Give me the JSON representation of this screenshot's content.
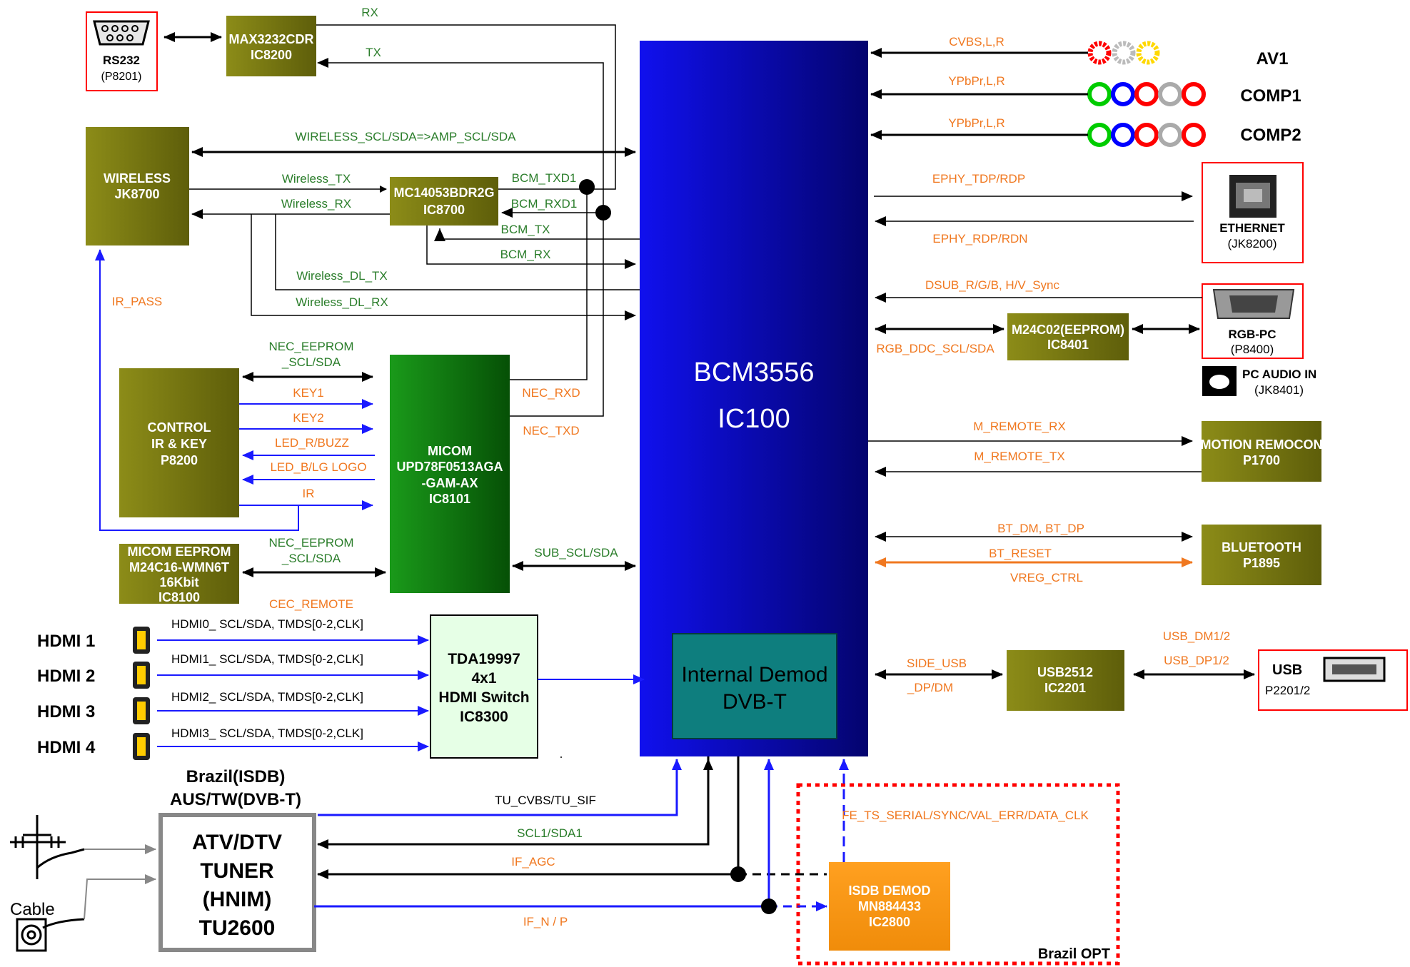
{
  "blocks": {
    "max3232": [
      "MAX3232CDR",
      "IC8200"
    ],
    "wireless": [
      "WIRELESS",
      "JK8700"
    ],
    "mc14053": [
      "MC14053BDR2G",
      "IC8700"
    ],
    "control": [
      "CONTROL",
      "IR & KEY",
      "P8200"
    ],
    "micom": [
      "MICOM",
      "UPD78F0513AGA",
      "-GAM-AX",
      "IC8101"
    ],
    "micom_eeprom": [
      "MICOM  EEPROM",
      "M24C16-WMN6T",
      "16Kbit",
      "IC8100"
    ],
    "bcm": [
      "BCM3556",
      "IC100"
    ],
    "internal_demod": [
      "Internal Demod",
      "DVB-T"
    ],
    "m24c02": [
      "M24C02(EEPROM)",
      "IC8401"
    ],
    "motion": [
      "MOTION REMOCON",
      "P1700"
    ],
    "bluetooth": [
      "BLUETOOTH",
      "P1895"
    ],
    "usb2512": [
      "USB2512",
      "IC2201"
    ],
    "hdmi_switch": [
      "TDA19997",
      "4x1",
      "HDMI Switch",
      "IC8300"
    ],
    "tuner": [
      "ATV/DTV",
      "TUNER",
      "(HNIM)",
      "TU2600"
    ],
    "isdb": [
      "ISDB DEMOD",
      "MN884433",
      "IC2800"
    ]
  },
  "connectors": {
    "rs232": [
      "RS232",
      "(P8201)"
    ],
    "ethernet": [
      "ETHERNET",
      "(JK8200)"
    ],
    "rgbpc": [
      "RGB-PC",
      "(P8400)"
    ],
    "pcaudio": [
      "PC AUDIO IN",
      "(JK8401)"
    ],
    "usb": [
      "USB",
      "P2201/2"
    ]
  },
  "side_labels": {
    "av1": "AV1",
    "comp1": "COMP1",
    "comp2": "COMP2",
    "hdmi": [
      "HDMI  1",
      "HDMI  2",
      "HDMI  3",
      "HDMI  4"
    ],
    "tuner_top": [
      "Brazil(ISDB)",
      "AUS/TW(DVB-T)"
    ],
    "cable": "Cable",
    "brazil_opt": "Brazil OPT"
  },
  "signals": {
    "rx": "RX",
    "tx": "TX",
    "wireless_scl": "WIRELESS_SCL/SDA=>AMP_SCL/SDA",
    "wireless_tx": "Wireless_TX",
    "wireless_rx": "Wireless_RX",
    "bcm_txd1": "BCM_TXD1",
    "bcm_rxd1": "BCM_RXD1",
    "bcm_tx": "BCM_TX",
    "bcm_rx": "BCM_RX",
    "wireless_dl_tx": "Wireless_DL_TX",
    "wireless_dl_rx": "Wireless_DL_RX",
    "ir_pass": "IR_PASS",
    "nec_eeprom1": [
      "NEC_EEPROM",
      "_SCL/SDA"
    ],
    "key1": "KEY1",
    "key2": "KEY2",
    "led_r": "LED_R/BUZZ",
    "led_b": "LED_B/LG LOGO",
    "ir": "IR",
    "nec_rxd": "NEC_RXD",
    "nec_txd": "NEC_TXD",
    "nec_eeprom2": [
      "NEC_EEPROM",
      "_SCL/SDA"
    ],
    "sub_scl": "SUB_SCL/SDA",
    "cec": "CEC_REMOTE",
    "hdmi_sigs": [
      "HDMI0_ SCL/SDA, TMDS[0-2,CLK]",
      "HDMI1_ SCL/SDA, TMDS[0-2,CLK]",
      "HDMI2_ SCL/SDA, TMDS[0-2,CLK]",
      "HDMI3_ SCL/SDA, TMDS[0-2,CLK]"
    ],
    "tu_cvbs": "TU_CVBS/TU_SIF",
    "scl1": "SCL1/SDA1",
    "if_agc": "IF_AGC",
    "if_np": "IF_N / P",
    "fe_ts": "FE_TS_SERIAL/SYNC/VAL_ERR/DATA_CLK",
    "cvbs": "CVBS,L,R",
    "ypbpr1": "YPbPr,L,R",
    "ypbpr2": "YPbPr,L,R",
    "ephy_tdp": "EPHY_TDP/RDP",
    "ephy_rdp": "EPHY_RDP/RDN",
    "dsub": "DSUB_R/G/B, H/V_Sync",
    "rgb_ddc": "RGB_DDC_SCL/SDA",
    "m_remote_rx": "M_REMOTE_RX",
    "m_remote_tx": "M_REMOTE_TX",
    "bt_dm": "BT_DM, BT_DP",
    "bt_reset": "BT_RESET",
    "vreg": "VREG_CTRL",
    "side_usb": [
      "SIDE_USB",
      "_DP/DM"
    ],
    "usb_dm": "USB_DM1/2",
    "usb_dp": "USB_DP1/2"
  }
}
